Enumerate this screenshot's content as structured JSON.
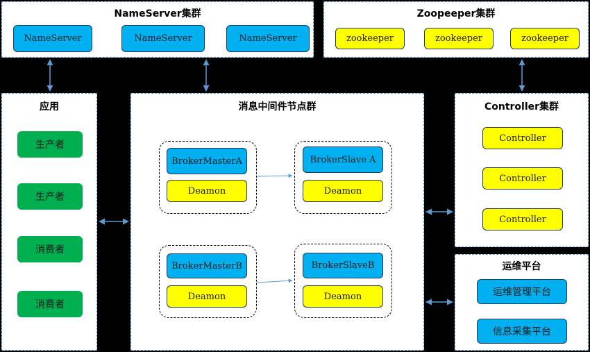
{
  "nameserver_cluster": {
    "title": "NameServer集群",
    "nodes": [
      "NameServer",
      "NameServer",
      "NameServer"
    ]
  },
  "zookeeper_cluster": {
    "title": "Zoopeeper集群",
    "nodes": [
      "zookeeper",
      "zookeeper",
      "zookeeper"
    ]
  },
  "application": {
    "title": "应用",
    "items": [
      "生产者",
      "生产者",
      "消费者",
      "消费者"
    ]
  },
  "middleware": {
    "title": "消息中间件节点群",
    "groups": [
      {
        "broker": "BrokerMasterA",
        "daemon": "Deamon"
      },
      {
        "broker": "BrokerSlave A",
        "daemon": "Deamon"
      },
      {
        "broker": "BrokerMasterB",
        "daemon": "Deamon"
      },
      {
        "broker": "BrokerSlaveB",
        "daemon": "Deamon"
      }
    ]
  },
  "controller_cluster": {
    "title": "Controller集群",
    "nodes": [
      "Controller",
      "Controller",
      "Controller"
    ]
  },
  "ops_platform": {
    "title": "运维平台",
    "items": [
      "运维管理平台",
      "信息采集平台"
    ]
  },
  "colors": {
    "blue_node": "#00b0f0",
    "yellow_node": "#ffff00",
    "green_node": "#00b050",
    "arrow": "#5b9bd5"
  }
}
